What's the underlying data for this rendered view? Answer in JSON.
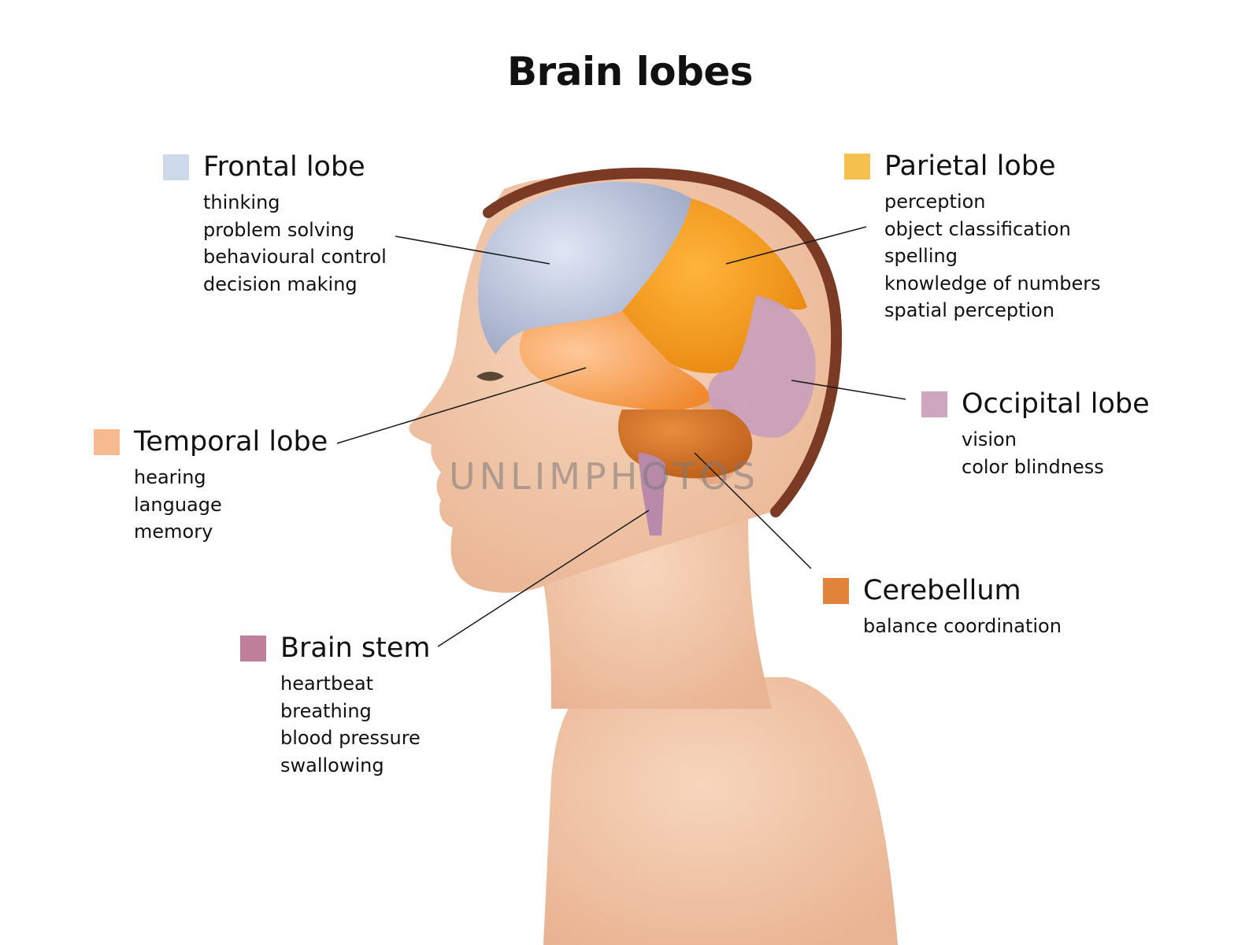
{
  "title": "Brain lobes",
  "watermark": "UNLIMPHOTOS",
  "colors": {
    "frontal": "#cfd9ec",
    "parietal": "#f6c14f",
    "occipital": "#cfa6bf",
    "temporal": "#f7b98f",
    "cerebellum": "#e0833b",
    "brainstem": "#bf7f9a",
    "skin": "#f2c8a8",
    "hair": "#7a3a24"
  },
  "lobes": {
    "frontal": {
      "name": "Frontal lobe",
      "functions": [
        "thinking",
        "problem solving",
        "behavioural control",
        "decision making"
      ]
    },
    "parietal": {
      "name": "Parietal lobe",
      "functions": [
        "perception",
        "object classification",
        "spelling",
        "knowledge of numbers",
        "spatial perception"
      ]
    },
    "occipital": {
      "name": "Occipital lobe",
      "functions": [
        "vision",
        "color blindness"
      ]
    },
    "temporal": {
      "name": "Temporal lobe",
      "functions": [
        "hearing",
        "language",
        "memory"
      ]
    },
    "cerebellum": {
      "name": "Cerebellum",
      "functions": [
        "balance coordination"
      ]
    },
    "brainstem": {
      "name": "Brain stem",
      "functions": [
        "heartbeat",
        "breathing",
        "blood pressure",
        "swallowing"
      ]
    }
  }
}
